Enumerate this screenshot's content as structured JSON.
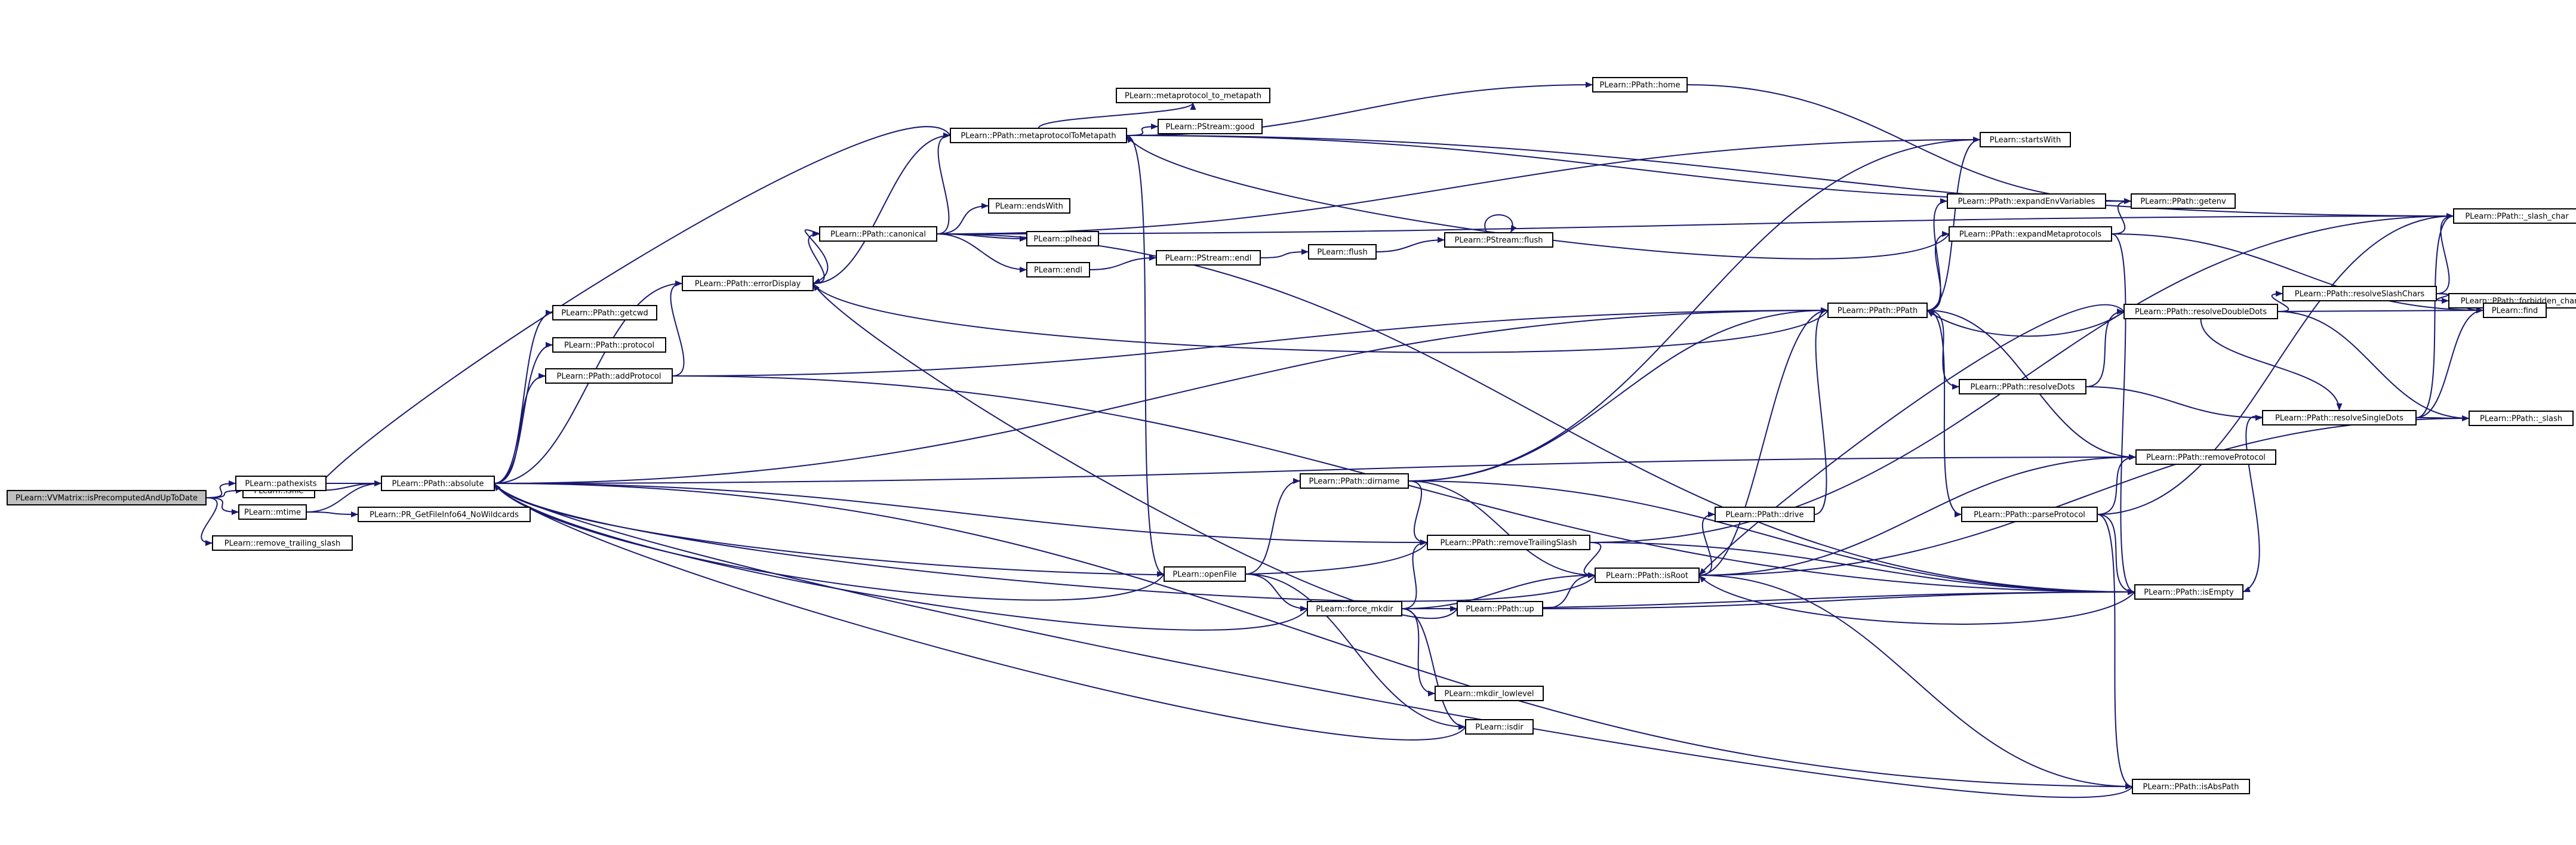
{
  "graph": {
    "root": "root",
    "nodes": [
      {
        "id": "root",
        "label": "PLearn::VVMatrix::isPrecomputedAndUpToDate"
      },
      {
        "id": "isfile",
        "label": "PLearn::isfile"
      },
      {
        "id": "pathexists",
        "label": "PLearn::pathexists"
      },
      {
        "id": "mtime",
        "label": "PLearn::mtime"
      },
      {
        "id": "remove_trailing_slash",
        "label": "PLearn::remove_trailing_slash"
      },
      {
        "id": "absolute",
        "label": "PLearn::PPath::absolute"
      },
      {
        "id": "pr_getfileinfo",
        "label": "PLearn::PR_GetFileInfo64_NoWildcards"
      },
      {
        "id": "getcwd",
        "label": "PLearn::PPath::getcwd"
      },
      {
        "id": "protocol",
        "label": "PLearn::PPath::protocol"
      },
      {
        "id": "addprotocol",
        "label": "PLearn::PPath::addProtocol"
      },
      {
        "id": "errordisplay",
        "label": "PLearn::PPath::errorDisplay"
      },
      {
        "id": "canonical",
        "label": "PLearn::PPath::canonical"
      },
      {
        "id": "metaproto",
        "label": "PLearn::PPath::metaprotocolToMetapath"
      },
      {
        "id": "mp_to_mp",
        "label": "PLearn::metaprotocol_to_metapath"
      },
      {
        "id": "pstream_good",
        "label": "PLearn::PStream::good"
      },
      {
        "id": "endswith",
        "label": "PLearn::endsWith"
      },
      {
        "id": "plhead",
        "label": "PLearn::plhead"
      },
      {
        "id": "endl",
        "label": "PLearn::endl"
      },
      {
        "id": "pstream_endl",
        "label": "PLearn::PStream::endl"
      },
      {
        "id": "flush",
        "label": "PLearn::flush"
      },
      {
        "id": "pstream_flush",
        "label": "PLearn::PStream::flush"
      },
      {
        "id": "home",
        "label": "PLearn::PPath::home"
      },
      {
        "id": "startswith",
        "label": "PLearn::startsWith"
      },
      {
        "id": "expandenv",
        "label": "PLearn::PPath::expandEnvVariables"
      },
      {
        "id": "getenv",
        "label": "PLearn::PPath::getenv"
      },
      {
        "id": "expandmeta",
        "label": "PLearn::PPath::expandMetaprotocols"
      },
      {
        "id": "slash_char",
        "label": "PLearn::PPath::_slash_char"
      },
      {
        "id": "resolveslash",
        "label": "PLearn::PPath::resolveSlashChars"
      },
      {
        "id": "forbidden",
        "label": "PLearn::PPath::forbidden_chars"
      },
      {
        "id": "ppath",
        "label": "PLearn::PPath::PPath"
      },
      {
        "id": "resolvedoubledots",
        "label": "PLearn::PPath::resolveDoubleDots"
      },
      {
        "id": "find",
        "label": "PLearn::find"
      },
      {
        "id": "resolvedots",
        "label": "PLearn::PPath::resolveDots"
      },
      {
        "id": "resolvesingledots",
        "label": "PLearn::PPath::resolveSingleDots"
      },
      {
        "id": "slash",
        "label": "PLearn::PPath::_slash"
      },
      {
        "id": "removeprotocol",
        "label": "PLearn::PPath::removeProtocol"
      },
      {
        "id": "dirname",
        "label": "PLearn::PPath::dirname"
      },
      {
        "id": "removetrailing",
        "label": "PLearn::PPath::removeTrailingSlash"
      },
      {
        "id": "parseprotocol",
        "label": "PLearn::PPath::parseProtocol"
      },
      {
        "id": "drive",
        "label": "PLearn::PPath::drive"
      },
      {
        "id": "openfile",
        "label": "PLearn::openFile"
      },
      {
        "id": "isroot",
        "label": "PLearn::PPath::isRoot"
      },
      {
        "id": "isempty",
        "label": "PLearn::PPath::isEmpty"
      },
      {
        "id": "force_mkdir",
        "label": "PLearn::force_mkdir"
      },
      {
        "id": "up",
        "label": "PLearn::PPath::up"
      },
      {
        "id": "mkdir_lowlevel",
        "label": "PLearn::mkdir_lowlevel"
      },
      {
        "id": "isdir",
        "label": "PLearn::isdir"
      },
      {
        "id": "isabspath",
        "label": "PLearn::PPath::isAbsPath"
      }
    ],
    "edges": [
      [
        "root",
        "isfile"
      ],
      [
        "root",
        "pathexists"
      ],
      [
        "root",
        "mtime"
      ],
      [
        "root",
        "remove_trailing_slash"
      ],
      [
        "isfile",
        "absolute"
      ],
      [
        "pathexists",
        "absolute"
      ],
      [
        "mtime",
        "absolute"
      ],
      [
        "mtime",
        "pr_getfileinfo"
      ],
      [
        "absolute",
        "getcwd"
      ],
      [
        "absolute",
        "protocol"
      ],
      [
        "absolute",
        "addprotocol"
      ],
      [
        "absolute",
        "errordisplay"
      ],
      [
        "absolute",
        "ppath"
      ],
      [
        "absolute",
        "removeprotocol"
      ],
      [
        "absolute",
        "removetrailing"
      ],
      [
        "absolute",
        "isabspath"
      ],
      [
        "addprotocol",
        "errordisplay"
      ],
      [
        "addprotocol",
        "ppath"
      ],
      [
        "addprotocol",
        "isempty"
      ],
      [
        "errordisplay",
        "canonical"
      ],
      [
        "errordisplay",
        "metaproto"
      ],
      [
        "canonical",
        "metaproto"
      ],
      [
        "canonical",
        "endswith"
      ],
      [
        "canonical",
        "plhead"
      ],
      [
        "canonical",
        "endl"
      ],
      [
        "canonical",
        "startswith"
      ],
      [
        "canonical",
        "slash_char"
      ],
      [
        "canonical",
        "isempty"
      ],
      [
        "canonical",
        "errordisplay"
      ],
      [
        "metaproto",
        "mp_to_mp"
      ],
      [
        "metaproto",
        "pstream_good"
      ],
      [
        "metaproto",
        "home"
      ],
      [
        "metaproto",
        "getenv"
      ],
      [
        "metaproto",
        "slash_char"
      ],
      [
        "metaproto",
        "openfile"
      ],
      [
        "metaproto",
        "isfile"
      ],
      [
        "endl",
        "pstream_endl"
      ],
      [
        "pstream_endl",
        "flush"
      ],
      [
        "flush",
        "pstream_flush"
      ],
      [
        "pstream_flush",
        "pstream_flush"
      ],
      [
        "home",
        "getenv"
      ],
      [
        "ppath",
        "startswith"
      ],
      [
        "ppath",
        "expandenv"
      ],
      [
        "ppath",
        "expandmeta"
      ],
      [
        "ppath",
        "resolvedots"
      ],
      [
        "ppath",
        "parseprotocol"
      ],
      [
        "ppath",
        "removeprotocol"
      ],
      [
        "ppath",
        "errordisplay"
      ],
      [
        "expandenv",
        "getenv"
      ],
      [
        "expandmeta",
        "getenv"
      ],
      [
        "expandmeta",
        "metaproto"
      ],
      [
        "expandmeta",
        "find"
      ],
      [
        "expandmeta",
        "isempty"
      ],
      [
        "resolvedots",
        "resolvedoubledots"
      ],
      [
        "resolvedots",
        "resolvesingledots"
      ],
      [
        "resolvedoubledots",
        "resolveslash"
      ],
      [
        "resolvedoubledots",
        "find"
      ],
      [
        "resolvedoubledots",
        "slash"
      ],
      [
        "resolvedoubledots",
        "resolvesingledots"
      ],
      [
        "resolvedoubledots",
        "ppath"
      ],
      [
        "resolvedoubledots",
        "isroot"
      ],
      [
        "resolveslash",
        "forbidden"
      ],
      [
        "resolveslash",
        "find"
      ],
      [
        "resolveslash",
        "slash_char"
      ],
      [
        "resolvesingledots",
        "find"
      ],
      [
        "resolvesingledots",
        "slash"
      ],
      [
        "resolvesingledots",
        "slash_char"
      ],
      [
        "resolvesingledots",
        "isempty"
      ],
      [
        "parseprotocol",
        "isabspath"
      ],
      [
        "parseprotocol",
        "isempty"
      ],
      [
        "parseprotocol",
        "removeprotocol"
      ],
      [
        "parseprotocol",
        "slash_char"
      ],
      [
        "dirname",
        "ppath"
      ],
      [
        "dirname",
        "removetrailing"
      ],
      [
        "dirname",
        "isroot"
      ],
      [
        "dirname",
        "isempty"
      ],
      [
        "dirname",
        "startswith"
      ],
      [
        "removetrailing",
        "isroot"
      ],
      [
        "removetrailing",
        "isempty"
      ],
      [
        "removetrailing",
        "absolute"
      ],
      [
        "removetrailing",
        "slash_char"
      ],
      [
        "openfile",
        "dirname"
      ],
      [
        "openfile",
        "force_mkdir"
      ],
      [
        "openfile",
        "absolute"
      ],
      [
        "openfile",
        "isdir"
      ],
      [
        "isroot",
        "drive"
      ],
      [
        "isroot",
        "removeprotocol"
      ],
      [
        "isroot",
        "ppath"
      ],
      [
        "isroot",
        "isabspath"
      ],
      [
        "isroot",
        "slash"
      ],
      [
        "isroot",
        "absolute"
      ],
      [
        "drive",
        "ppath"
      ],
      [
        "force_mkdir",
        "isroot"
      ],
      [
        "force_mkdir",
        "up"
      ],
      [
        "force_mkdir",
        "mkdir_lowlevel"
      ],
      [
        "force_mkdir",
        "isdir"
      ],
      [
        "force_mkdir",
        "absolute"
      ],
      [
        "force_mkdir",
        "removetrailing"
      ],
      [
        "force_mkdir",
        "isempty"
      ],
      [
        "up",
        "isroot"
      ],
      [
        "up",
        "isempty"
      ],
      [
        "up",
        "errordisplay"
      ],
      [
        "isdir",
        "absolute"
      ],
      [
        "isempty",
        "isroot"
      ],
      [
        "isabspath",
        "absolute"
      ]
    ]
  }
}
